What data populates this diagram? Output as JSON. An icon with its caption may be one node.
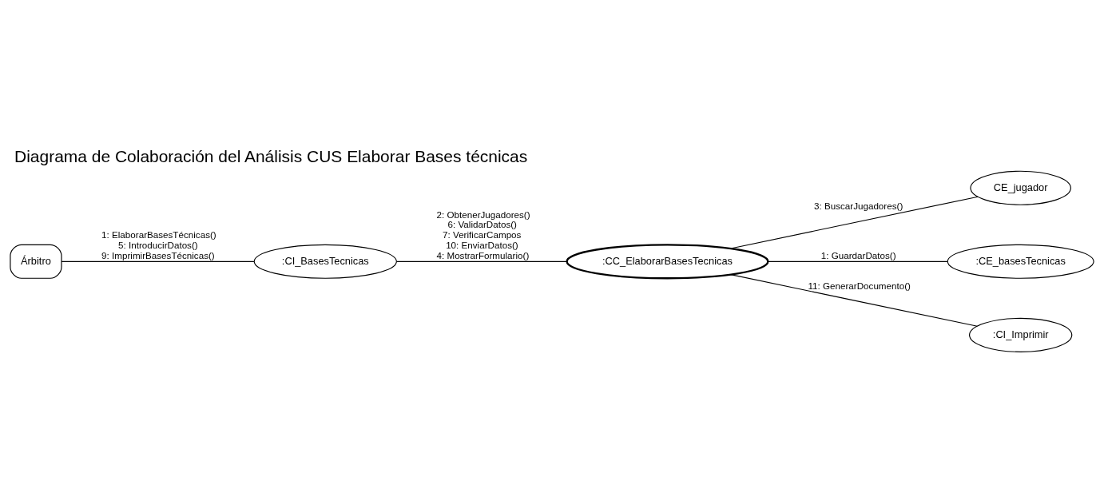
{
  "diagram": {
    "title": "Diagrama de Colaboración del Análisis CUS Elaborar Bases técnicas",
    "nodes": [
      {
        "text": [
          "Árbitro"
        ]
      },
      {
        "text": [
          ":CI_BasesTecnicas"
        ]
      },
      {
        "text": [
          ":CC_ElaborarBasesTecnicas"
        ]
      },
      {
        "text": [
          "CE_jugador"
        ]
      },
      {
        "text": [
          ":CE_basesTecnicas"
        ]
      },
      {
        "text": [
          ":CI_Imprimir"
        ]
      }
    ],
    "edges": [
      {
        "from": 0,
        "to": 1,
        "arrow": "none"
      },
      {
        "from": 1,
        "to": 2,
        "arrow": "none"
      },
      {
        "from": 2,
        "to": 3,
        "arrow": "none"
      },
      {
        "from": 2,
        "to": 4,
        "arrow": "none"
      },
      {
        "from": 2,
        "to": 5,
        "arrow": "none"
      }
    ],
    "labels": [
      "1: ElaborarBasesTécnicas()",
      "5: IntroducirDatos()",
      "9: ImprimirBasesTécnicas()",
      "2: ObtenerJugadores()",
      "6: ValidarDatos()",
      "7: VerificarCampos",
      "10: EnviarDatos()",
      "4: MostrarFormulario()",
      "3: BuscarJugadores()",
      "1: GuardarDatos()",
      "11: GenerarDocumento()"
    ]
  }
}
